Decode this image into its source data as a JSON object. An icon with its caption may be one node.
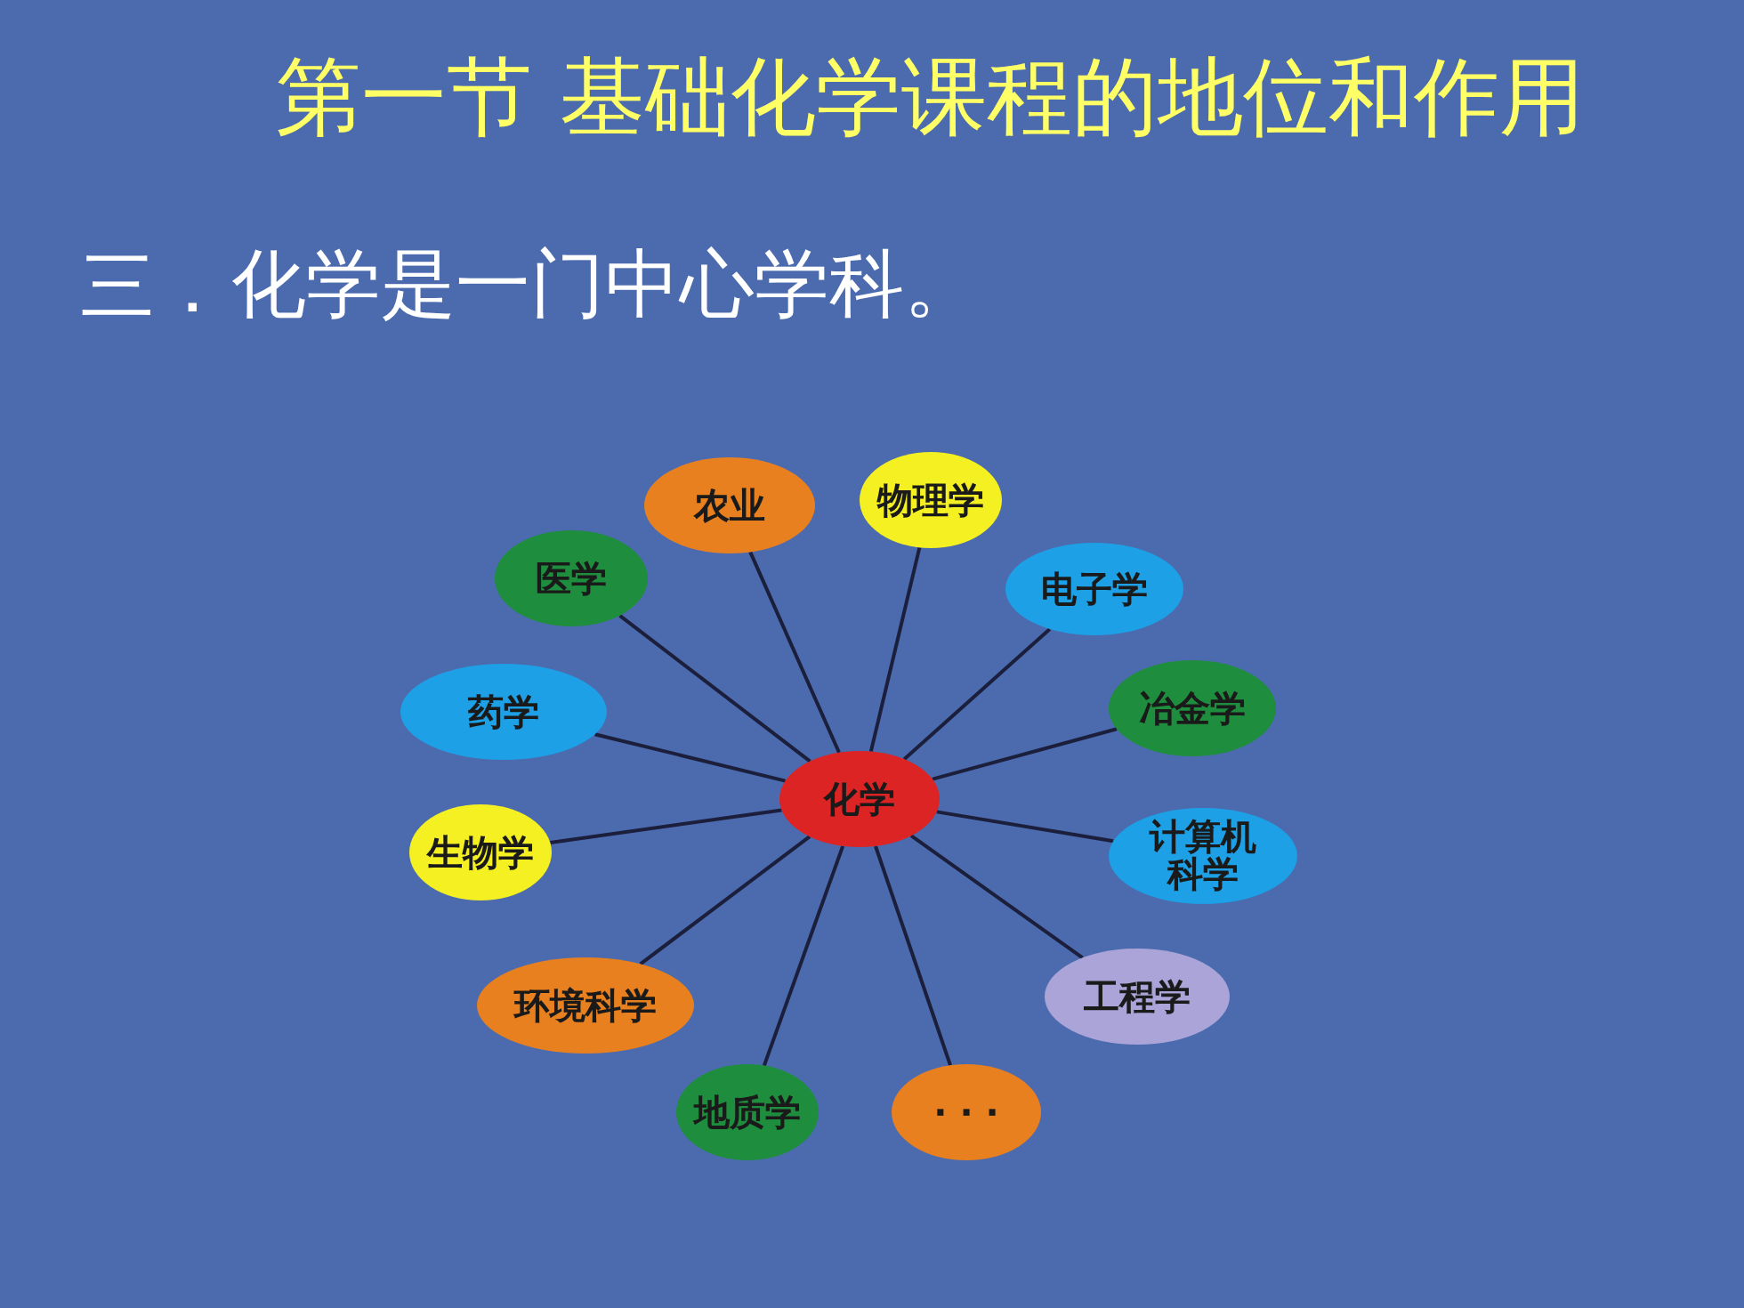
{
  "diagram": {
    "title": "第一节 基础化学课程的地位和作用",
    "nodes": [
      {
        "text": [
          "农业"
        ]
      },
      {
        "text": [
          "物理学"
        ]
      },
      {
        "text": [
          "医学"
        ]
      },
      {
        "text": [
          "电子学"
        ]
      },
      {
        "text": [
          "药学"
        ]
      },
      {
        "text": [
          "冶金学"
        ]
      },
      {
        "text": [
          "化学"
        ]
      },
      {
        "text": [
          "生物学"
        ]
      },
      {
        "text": [
          "计算机科学"
        ]
      },
      {
        "text": [
          "环境科学"
        ]
      },
      {
        "text": [
          "工程学"
        ]
      },
      {
        "text": [
          "地质学"
        ]
      },
      {
        "text": [
          "· · ·"
        ]
      }
    ],
    "edges": [
      {
        "from": 6,
        "to": 0,
        "arrow": "none"
      },
      {
        "from": 6,
        "to": 1,
        "arrow": "none"
      },
      {
        "from": 6,
        "to": 2,
        "arrow": "none"
      },
      {
        "from": 6,
        "to": 3,
        "arrow": "none"
      },
      {
        "from": 6,
        "to": 4,
        "arrow": "none"
      },
      {
        "from": 6,
        "to": 5,
        "arrow": "none"
      },
      {
        "from": 6,
        "to": 7,
        "arrow": "none"
      },
      {
        "from": 6,
        "to": 8,
        "arrow": "none"
      },
      {
        "from": 6,
        "to": 9,
        "arrow": "none"
      },
      {
        "from": 6,
        "to": 10,
        "arrow": "none"
      },
      {
        "from": 6,
        "to": 11,
        "arrow": "none"
      },
      {
        "from": 6,
        "to": 12,
        "arrow": "none"
      }
    ],
    "labels": [
      "三．",
      "化学是一门中心学科。"
    ]
  }
}
